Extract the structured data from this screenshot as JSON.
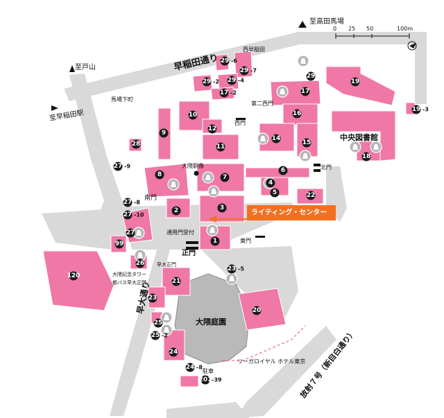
{
  "roads": {
    "waseda_dori": "早稲田通り",
    "to_takadanobaba": "至高田馬場",
    "to_toyama": "至戸山",
    "to_waseda_station": "至早稲田駅",
    "okuma_dori": "早大通り",
    "shin_mejiro_dori": "放射７号（新目白通り）"
  },
  "places": {
    "nishi_waseda": "西早稲田",
    "babashitacho": "馬場下町",
    "central_library": "中央図書館",
    "okuma_statue": "大隈銅像",
    "okuma_garden": "大隈庭園",
    "rihga_royal": "リーガロイヤル\nホテル東京",
    "okuma_tower": "大隈記念タワー",
    "bus_stop": "都バス早大正門",
    "parking": "駐車"
  },
  "gates": {
    "main": "正門",
    "south": "南門",
    "west": "西門",
    "north": "北門",
    "east": "東門",
    "nishi2": "第二西門",
    "waseda_seimon": "早大正門",
    "reception": "通用門受付"
  },
  "callout": "ライティング・センター",
  "scale": {
    "unit": "100m",
    "ticks": [
      "0",
      "25",
      "50"
    ]
  },
  "buildings": [
    {
      "id": "b1",
      "label": "1"
    },
    {
      "id": "b2",
      "label": "2"
    },
    {
      "id": "b3",
      "label": "3"
    },
    {
      "id": "b4",
      "label": "4"
    },
    {
      "id": "b5",
      "label": "5"
    },
    {
      "id": "b6",
      "label": "6"
    },
    {
      "id": "b7",
      "label": "7"
    },
    {
      "id": "b8",
      "label": "8"
    },
    {
      "id": "b9",
      "label": "9"
    },
    {
      "id": "b10",
      "label": "10"
    },
    {
      "id": "b11",
      "label": "11"
    },
    {
      "id": "b12",
      "label": "12"
    },
    {
      "id": "b14",
      "label": "14"
    },
    {
      "id": "b15",
      "label": "15"
    },
    {
      "id": "b16",
      "label": "16"
    },
    {
      "id": "b17",
      "label": "17"
    },
    {
      "id": "b18",
      "label": "18"
    },
    {
      "id": "b19",
      "label": "19"
    },
    {
      "id": "b20",
      "label": "20"
    },
    {
      "id": "b21",
      "label": "21"
    },
    {
      "id": "b22",
      "label": "22"
    },
    {
      "id": "b23",
      "label": "23"
    },
    {
      "id": "b24",
      "label": "24"
    },
    {
      "id": "b25",
      "label": "25"
    },
    {
      "id": "b26",
      "label": "26"
    },
    {
      "id": "b27",
      "label": "27"
    },
    {
      "id": "b28",
      "label": "28"
    },
    {
      "id": "b29",
      "label": "29"
    },
    {
      "id": "b99",
      "label": "99"
    },
    {
      "id": "b120",
      "label": "120"
    },
    {
      "id": "b17_2",
      "label": "17-2"
    },
    {
      "id": "b19_3",
      "label": "19-3"
    },
    {
      "id": "b23_5",
      "label": "23-5"
    },
    {
      "id": "b24_8",
      "label": "24-8"
    },
    {
      "id": "b25_2",
      "label": "25-2"
    },
    {
      "id": "b27_8",
      "label": "27-8"
    },
    {
      "id": "b27_9",
      "label": "27-9"
    },
    {
      "id": "b27_10",
      "label": "27-10"
    },
    {
      "id": "b29_2",
      "label": "29-2"
    },
    {
      "id": "b29_4",
      "label": "29-4"
    },
    {
      "id": "b29_6",
      "label": "29-6"
    },
    {
      "id": "b29_7",
      "label": "29-7"
    },
    {
      "id": "b201_39",
      "label": "201-39"
    }
  ]
}
